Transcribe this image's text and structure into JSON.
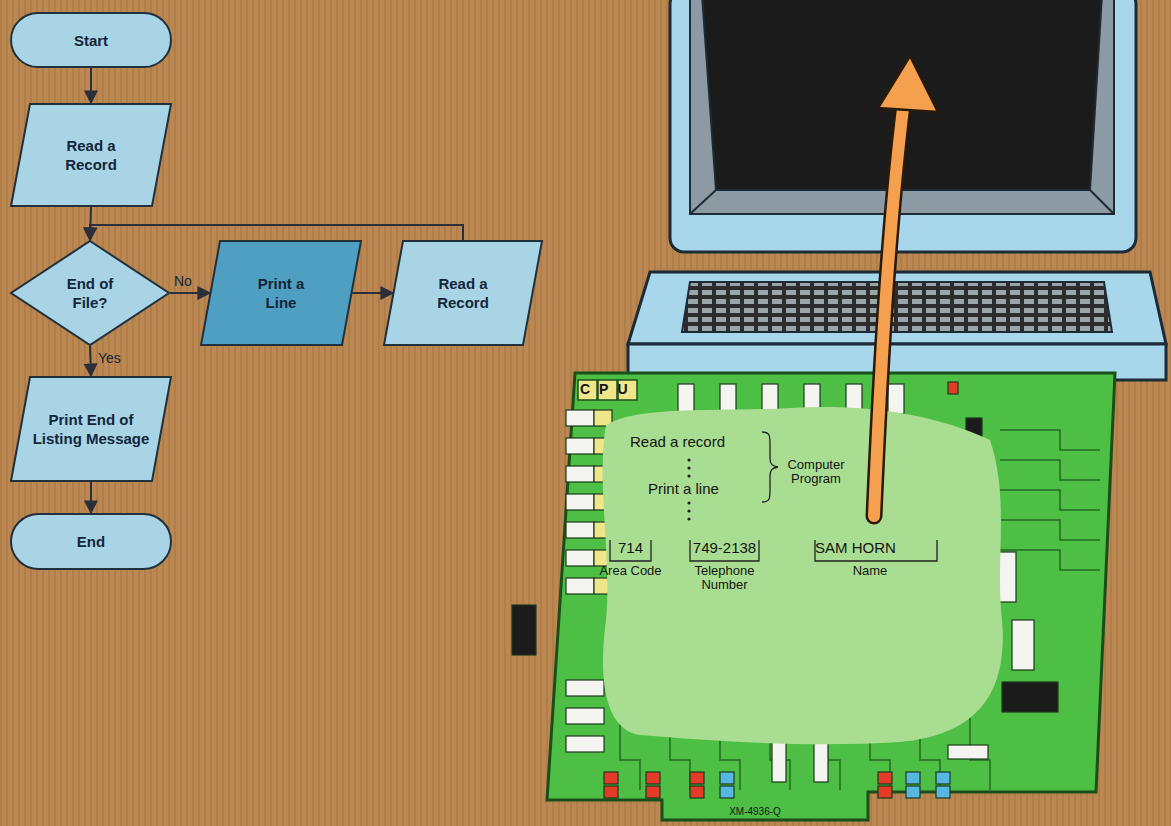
{
  "diagram": {
    "nodes": [
      {
        "text": [
          "Start"
        ]
      },
      {
        "text": [
          "Read a Record"
        ]
      },
      {
        "text": [
          "End of File?"
        ]
      },
      {
        "text": [
          "Print a Line"
        ]
      },
      {
        "text": [
          "Read a Record"
        ]
      },
      {
        "text": [
          "Print End of Listing Message"
        ]
      },
      {
        "text": [
          "End"
        ]
      }
    ],
    "edges": [
      {
        "from": 0,
        "to": 1,
        "arrow": "to"
      },
      {
        "from": 1,
        "to": 2,
        "arrow": "to"
      },
      {
        "from": 2,
        "to": 3,
        "label": "No",
        "arrow": "to"
      },
      {
        "from": 3,
        "to": 4,
        "arrow": "to"
      },
      {
        "from": 4,
        "to": 2,
        "arrow": "to"
      },
      {
        "from": 2,
        "to": 5,
        "label": "Yes",
        "arrow": "to"
      },
      {
        "from": 5,
        "to": 6,
        "arrow": "to"
      }
    ],
    "labels": [
      "CPU",
      "Read a record",
      "Print a line",
      "Computer Program",
      "714",
      "Area Code",
      "749-2138",
      "Telephone Number",
      "SAM HORN",
      "Name",
      "XM-4936-Q"
    ]
  }
}
